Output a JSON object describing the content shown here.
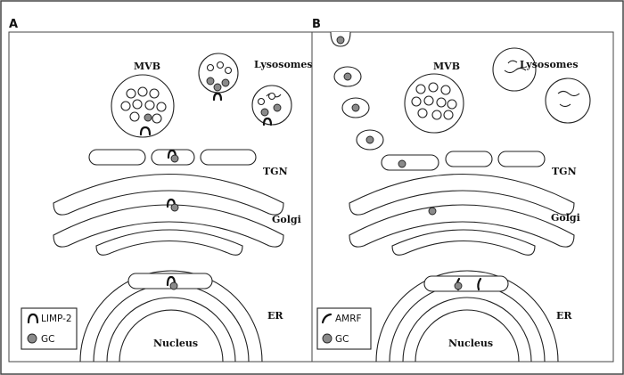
{
  "panels": [
    {
      "letter": "A",
      "labels": {
        "mvb": "MVB",
        "lysosomes": "Lysosomes",
        "tgn": "TGN",
        "golgi": "Golgi",
        "er": "ER",
        "nucleus": "Nucleus"
      },
      "legend": {
        "receptor": "LIMP-2",
        "enzyme": "GC"
      }
    },
    {
      "letter": "B",
      "labels": {
        "mvb": "MVB",
        "lysosomes": "Lysosomes",
        "tgn": "TGN",
        "golgi": "Golgi",
        "er": "ER",
        "nucleus": "Nucleus"
      },
      "legend": {
        "receptor": "AMRF",
        "enzyme": "GC"
      }
    }
  ],
  "colors": {
    "enzyme_fill": "#8a8a8a",
    "outline": "#222222",
    "border": "#444444"
  }
}
